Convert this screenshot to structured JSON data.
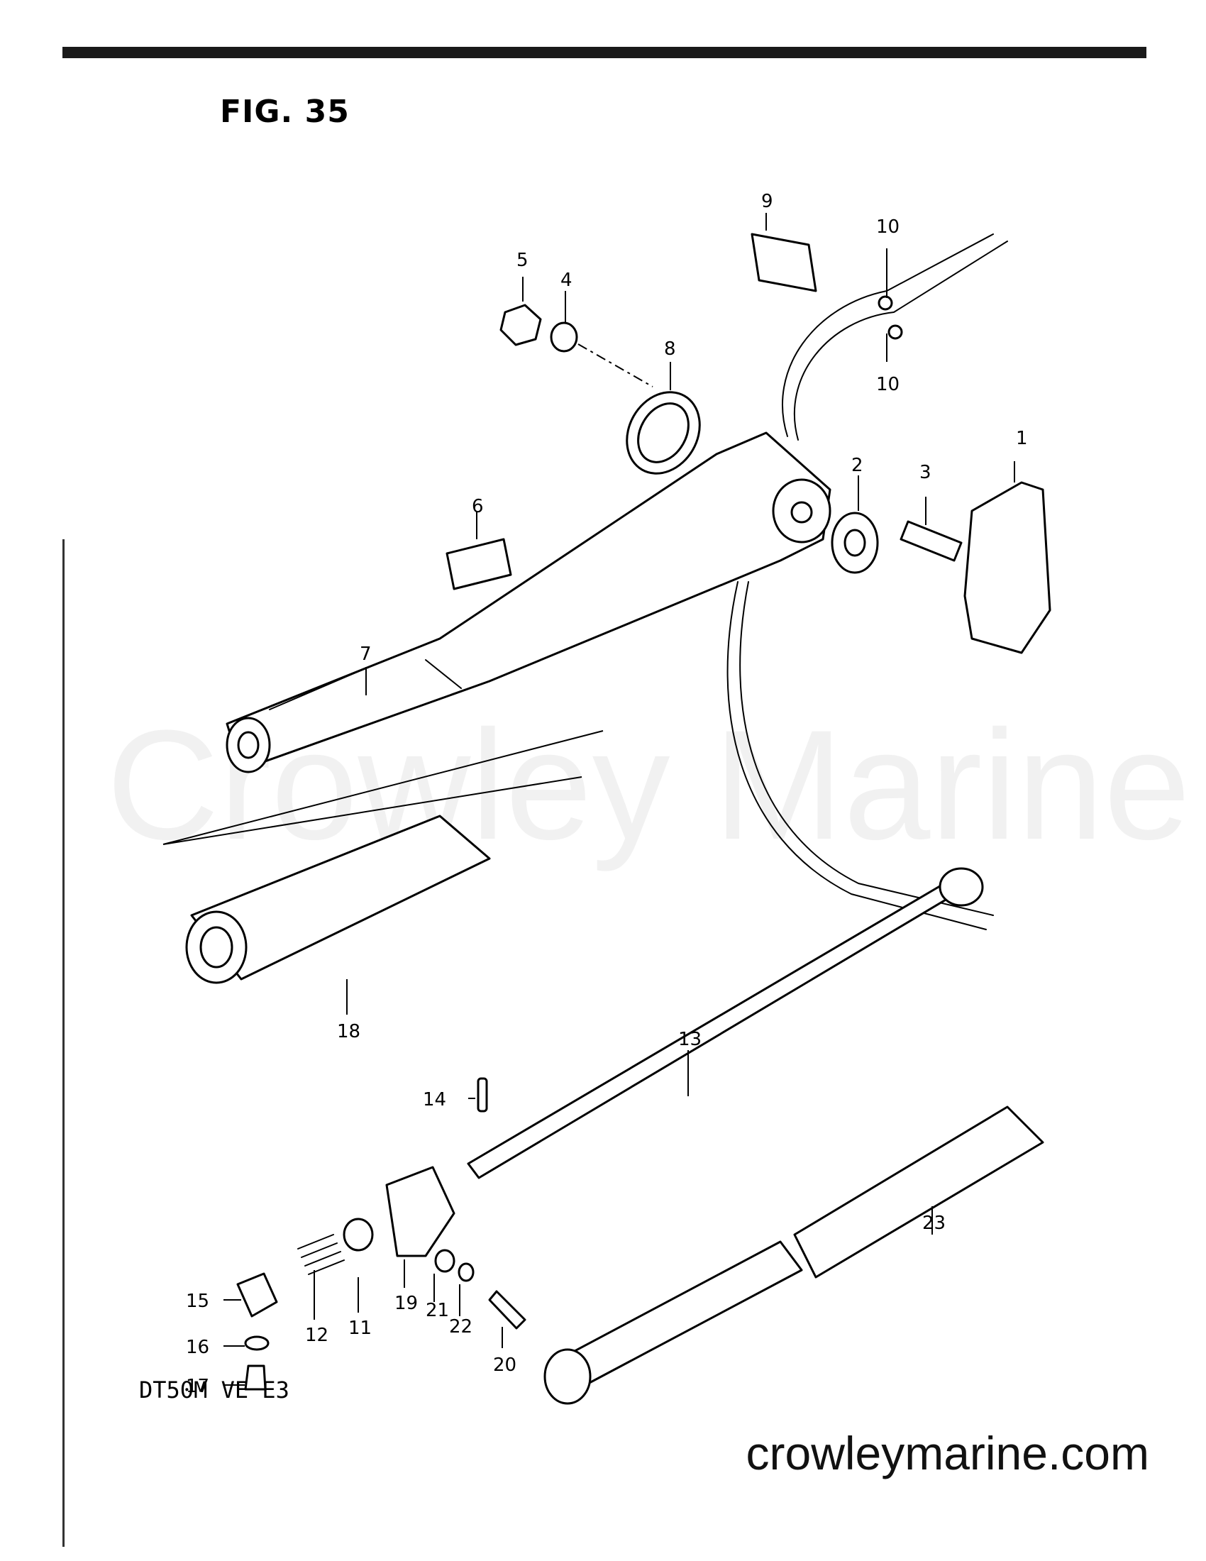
{
  "figure": {
    "title": "FIG. 35",
    "model_code": "DT50M VE E3",
    "watermark": "Crowley Marine",
    "site": "crowleymarine.com"
  },
  "callouts": [
    "1",
    "2",
    "3",
    "4",
    "5",
    "6",
    "7",
    "8",
    "9",
    "10",
    "10",
    "11",
    "12",
    "13",
    "14",
    "15",
    "16",
    "17",
    "18",
    "19",
    "20",
    "21",
    "22",
    "23"
  ]
}
